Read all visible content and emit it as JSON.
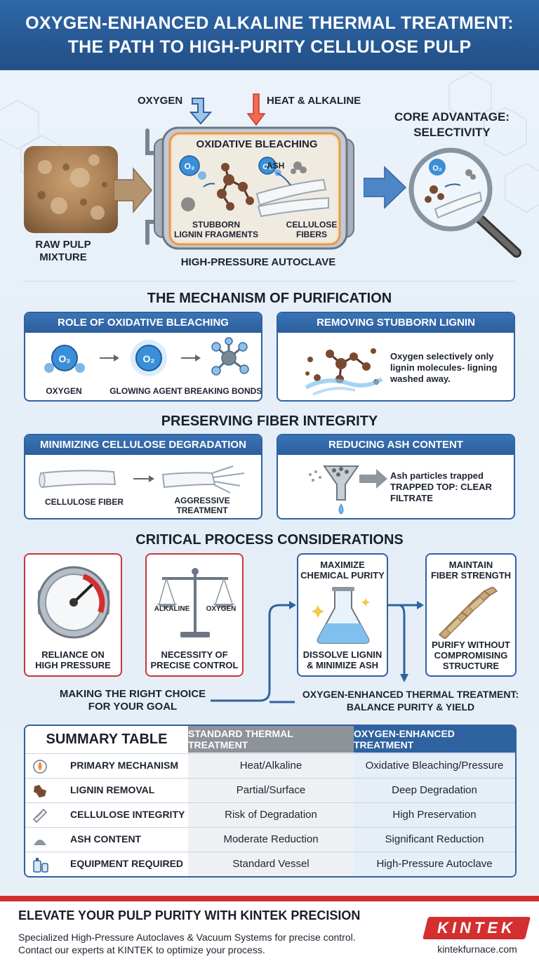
{
  "header": {
    "line1": "OXYGEN-ENHANCED ALKALINE THERMAL TREATMENT:",
    "line2": "THE PATH TO HIGH-PURITY CELLULOSE PULP"
  },
  "process": {
    "oxygen_label": "OXYGEN",
    "heat_label": "HEAT & ALKALINE",
    "raw_label_1": "RAW PULP",
    "raw_label_2": "MIXTURE",
    "vessel_title": "OXIDATIVE BLEACHING",
    "ash_label": "ASH",
    "lignin_label_1": "STUBBORN",
    "lignin_label_2": "LIGNIN FRAGMENTS",
    "cellulose_label_1": "CELLULOSE",
    "cellulose_label_2": "FIBERS",
    "autoclave_label": "HIGH-PRESSURE AUTOCLAVE",
    "o2_symbol": "O₂",
    "advantage_1": "CORE ADVANTAGE:",
    "advantage_2": "SELECTIVITY"
  },
  "mechanism": {
    "title": "THE MECHANISM OF PURIFICATION",
    "card1_title": "ROLE OF OXIDATIVE BLEACHING",
    "card1_labels": [
      "OXYGEN",
      "GLOWING AGENT",
      "BREAKING BONDS"
    ],
    "card2_title": "REMOVING STUBBORN LIGNIN",
    "card2_text_1": "Oxygen selectively only",
    "card2_text_2": "lignin molecules- ligning",
    "card2_text_3": "washed away."
  },
  "integrity": {
    "title": "PRESERVING FIBER INTEGRITY",
    "card1_title": "MINIMIZING CELLULOSE DEGRADATION",
    "card1_label_a": "CELLULOSE FIBER",
    "card1_label_b1": "AGGRESSIVE",
    "card1_label_b2": "TREATMENT",
    "card2_title": "REDUCING ASH CONTENT",
    "card2_text_1": "Ash particles trapped",
    "card2_text_2": "TRAPPED TOP: CLEAR",
    "card2_text_3": "FILTRATE"
  },
  "considerations": {
    "title": "CRITICAL PROCESS CONSIDERATIONS",
    "pressure_1": "RELIANCE ON",
    "pressure_2": "HIGH PRESSURE",
    "scale_left": "ALKALINE",
    "scale_right": "OXYGEN",
    "control_1": "NECESSITY OF",
    "control_2": "PRECISE CONTROL",
    "purity_head_1": "MAXIMIZE",
    "purity_head_2": "CHEMICAL PURITY",
    "purity_foot_1": "DISSOLVE LIGNIN",
    "purity_foot_2": "& MINIMIZE ASH",
    "strength_head_1": "MAINTAIN",
    "strength_head_2": "FIBER STRENGTH",
    "strength_foot_1": "PURIFY WITHOUT",
    "strength_foot_2": "COMPROMISING",
    "strength_foot_3": "STRUCTURE",
    "choice_1": "MAKING THE RIGHT CHOICE",
    "choice_2": "FOR YOUR GOAL",
    "balance_1": "OXYGEN-ENHANCED THERMAL TREATMENT:",
    "balance_2": "BALANCE PURITY & YIELD"
  },
  "table": {
    "title": "SUMMARY TABLE",
    "col_standard": "STANDARD THERMAL TREATMENT",
    "col_oxygen": "OXYGEN-ENHANCED TREATMENT",
    "rows": [
      {
        "label": "PRIMARY MECHANISM",
        "standard": "Heat/Alkaline",
        "oxygen": "Oxidative Bleaching/Pressure",
        "icon": "flame-drop-icon"
      },
      {
        "label": "LIGNIN REMOVAL",
        "standard": "Partial/Surface",
        "oxygen": "Deep Degradation",
        "icon": "lignin-icon"
      },
      {
        "label": "CELLULOSE INTEGRITY",
        "standard": "Risk of Degradation",
        "oxygen": "High Preservation",
        "icon": "fiber-icon"
      },
      {
        "label": "ASH CONTENT",
        "standard": "Moderate Reduction",
        "oxygen": "Significant Reduction",
        "icon": "ash-pile-icon"
      },
      {
        "label": "EQUIPMENT REQUIRED",
        "standard": "Standard Vessel",
        "oxygen": "High-Pressure Autoclave",
        "icon": "equipment-icon"
      }
    ]
  },
  "footer": {
    "headline": "ELEVATE YOUR PULP PURITY WITH KINTEK PRECISION",
    "line1": "Specialized High-Pressure Autoclaves & Vacuum Systems for precise control.",
    "line2": "Contact our experts at KINTEK to optimize your process.",
    "brand": "KINTEK",
    "url": "kintekfurnace.com"
  },
  "colors": {
    "brand_blue": "#2f62a0",
    "accent_red": "#d32f2f",
    "highlight_orange": "#f0a24a"
  }
}
